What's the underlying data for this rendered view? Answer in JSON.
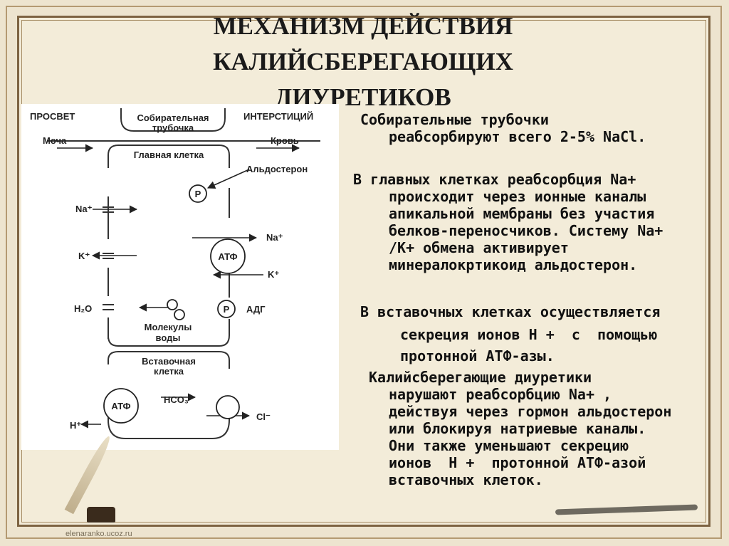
{
  "title": {
    "line1": "МЕХАНИЗМ ДЕЙСТВИЯ",
    "line2": "КАЛИЙСБЕРЕГАЮЩИХ",
    "line3": "ДИУРЕТИКОВ"
  },
  "diagram": {
    "lumen": "ПРОСВЕТ",
    "urine": "Моча",
    "collecting_tubule_1": "Собирательная",
    "collecting_tubule_2": "трубочка",
    "interstitium": "ИНТЕРСТИЦИЙ",
    "blood": "Кровь",
    "principal_cell": "Главная клетка",
    "aldosterone": "Альдостерон",
    "receptor": "Р",
    "na_left": "Na⁺",
    "na_right": "Na⁺",
    "k_left": "K⁺",
    "k_right": "K⁺",
    "atp": "АТФ",
    "water": "H₂O",
    "adh": "АДГ",
    "water_molecules_1": "Молекулы",
    "water_molecules_2": "воды",
    "intercalated_1": "Вставочная",
    "intercalated_2": "клетка",
    "atp_2": "АТФ",
    "bicarbonate": "HCO₃⁻",
    "h_ion": "H⁺",
    "chloride": "Cl⁻"
  },
  "text": {
    "p1_l1": "Собирательные трубочки",
    "p1_l2": "реабсорбируют всего 2-5% NaCl.",
    "p2_l1": "В главных клетках реабсорбция Na+",
    "p2_l2": "происходит через ионные каналы",
    "p2_l3": "апикальной мембраны без участия",
    "p2_l4": "белков-переносчиков. Систему Na+",
    "p2_l5": "/K+ обмена активирует",
    "p2_l6": "минералокртикоид альдостерон.",
    "p3_l1": "В вставочных клетках осуществляется",
    "p3_l2": "секреция ионов Н +  с  помощью",
    "p3_l3": "протонной АТФ-азы.",
    "p4_l1": "Калийсберегающие диуретики",
    "p4_l2": "нарушают реабсорбцию Na+ ,",
    "p4_l3": "действуя через гормон альдостерон",
    "p4_l4": "или блокируя натриевые каналы.",
    "p4_l5": "Они также уменьшают секрецию",
    "p4_l6": "ионов  Н +  протонной АТФ-азой",
    "p4_l7": "вставочных клеток."
  },
  "footer": "elenaranko.ucoz.ru"
}
